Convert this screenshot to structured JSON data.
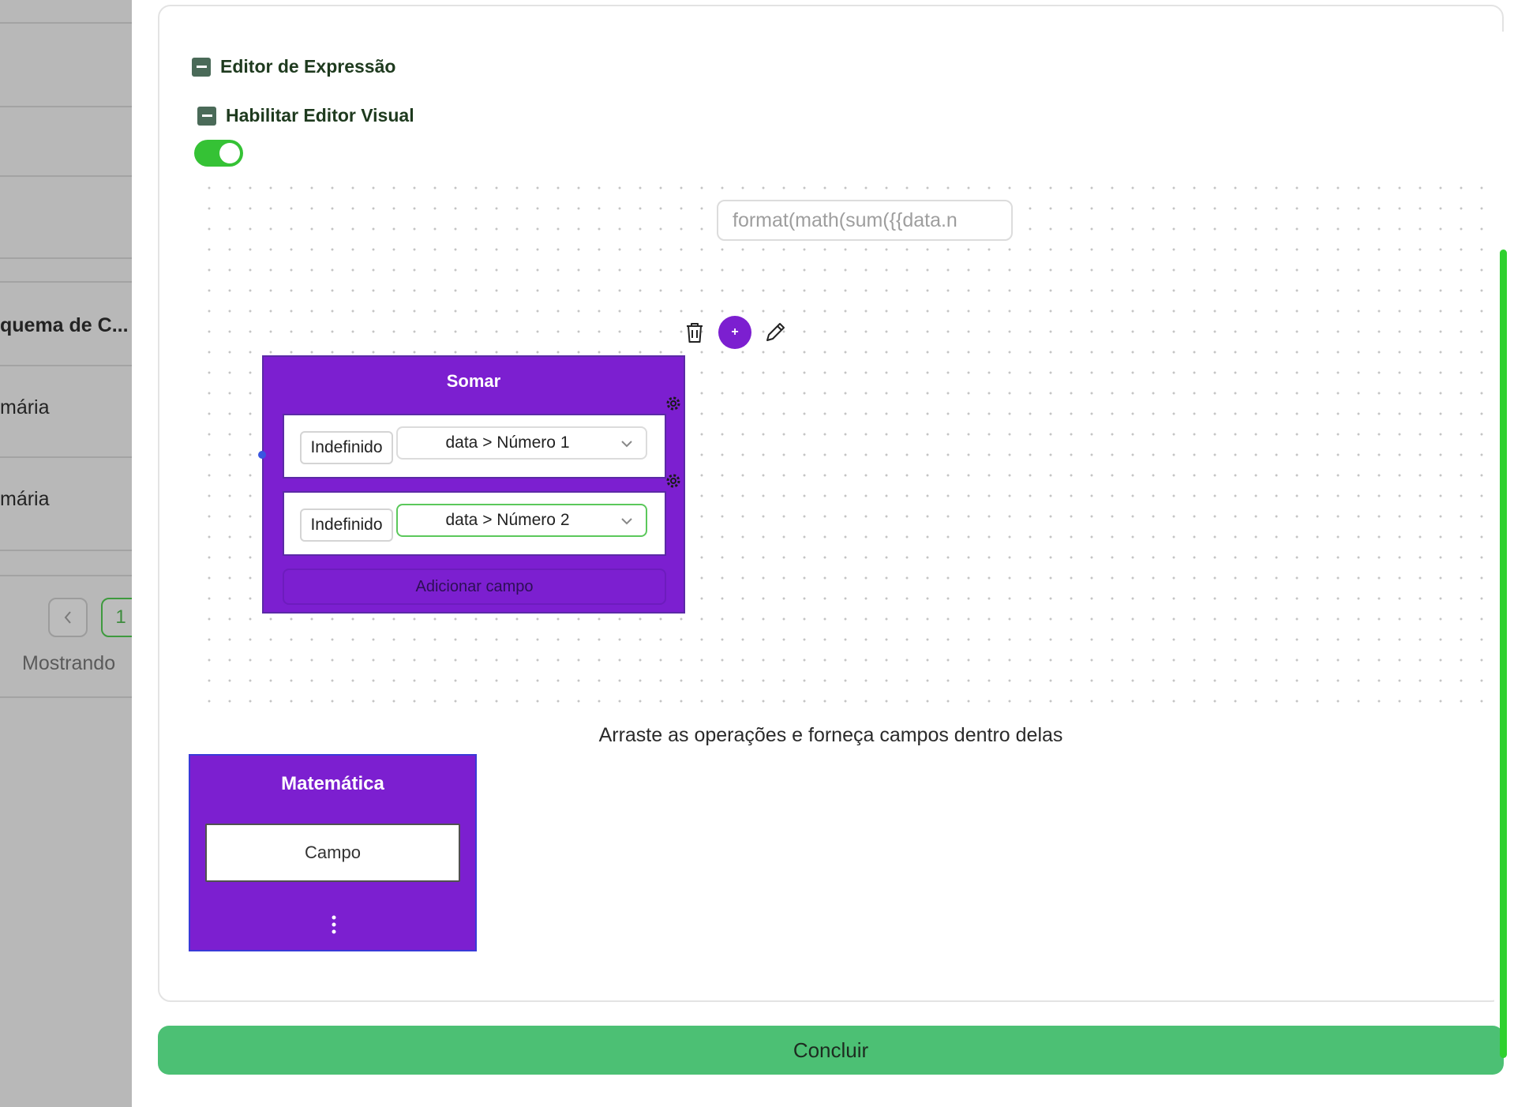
{
  "background_page": {
    "row_texts": [
      "quema de C...",
      "mária",
      "mária"
    ],
    "pagination": {
      "prev_icon": "chevron-left-icon",
      "current_page": "1",
      "showing_text": "Mostrando "
    }
  },
  "editor": {
    "section_title": "Editor de Expressão",
    "visual_editor_label": "Habilitar Editor Visual",
    "visual_editor_enabled": true,
    "expression_value": "format(math(sum({{data.n"
  },
  "node_toolbar": {
    "delete_icon": "trash-icon",
    "add_label": "+",
    "edit_icon": "pencil-icon"
  },
  "somar_block": {
    "title": "Somar",
    "fields": [
      {
        "type_label": "Indefinido",
        "value": "data > Número 1"
      },
      {
        "type_label": "Indefinido",
        "value": "data > Número 2"
      }
    ],
    "add_field_label": "Adicionar campo"
  },
  "hint_text": "Arraste as operações e forneça campos dentro delas",
  "palette": {
    "title": "Matemática",
    "items": [
      "Campo"
    ],
    "more_icon": "more-vertical-icon"
  },
  "done_label": "Concluir",
  "colors": {
    "block_purple": "#7c1fd0",
    "toggle_green": "#35c235",
    "done_green": "#4cc074",
    "scroll_green": "#2fd12f"
  }
}
